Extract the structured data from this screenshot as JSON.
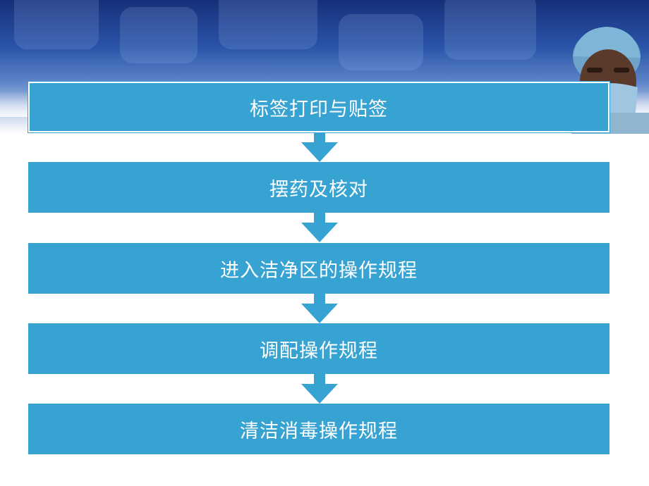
{
  "diagram": {
    "type": "vertical-flowchart",
    "step_color": "#37a3d2",
    "arrow_color": "#37a3d2",
    "steps": [
      {
        "label": "标签打印与贴签"
      },
      {
        "label": "摆药及核对"
      },
      {
        "label": "进入洁净区的操作规程"
      },
      {
        "label": "调配操作规程"
      },
      {
        "label": "清洁消毒操作规程"
      }
    ]
  },
  "banner": {
    "style": "blue-gradient-header",
    "image": "surgeon-with-mask-and-cap"
  }
}
